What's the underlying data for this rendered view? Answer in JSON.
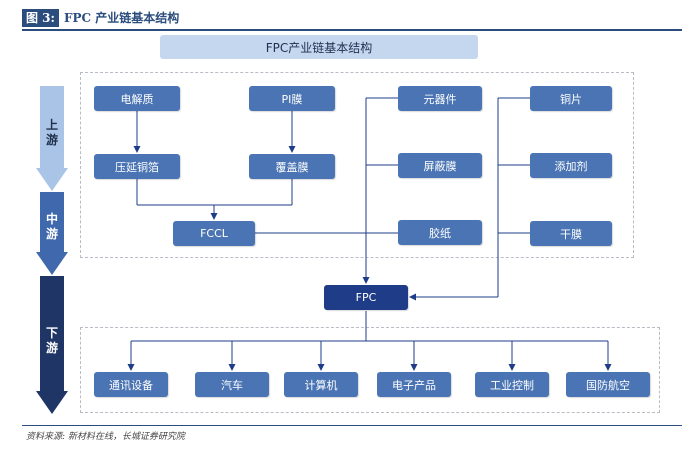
{
  "figure": {
    "label": "图 3:",
    "title": "FPC 产业链基本结构"
  },
  "main_title": "FPC产业链基本结构",
  "stages": {
    "upstream": "上游",
    "midstream": "中游",
    "downstream": "下游"
  },
  "nodes": {
    "electrolyte": "电解质",
    "pi_film": "PI膜",
    "rolled_copper_foil": "压延铜箔",
    "coverlay": "覆盖膜",
    "fccl": "FCCL",
    "components": "元器件",
    "shielding_film": "屏蔽膜",
    "adhesive_paper": "胶纸",
    "copper_sheet": "铜片",
    "additive": "添加剂",
    "dry_film": "干膜",
    "fpc": "FPC"
  },
  "applications": [
    "通讯设备",
    "汽车",
    "计算机",
    "电子产品",
    "工业控制",
    "国防航空"
  ],
  "source": "资料来源: 新材料在线，长城证券研究院",
  "colors": {
    "box": "#4a74b3",
    "fpc_box": "#1f3c88",
    "arrow": "#1f3c88",
    "title_bar": "#c4d7ef"
  }
}
